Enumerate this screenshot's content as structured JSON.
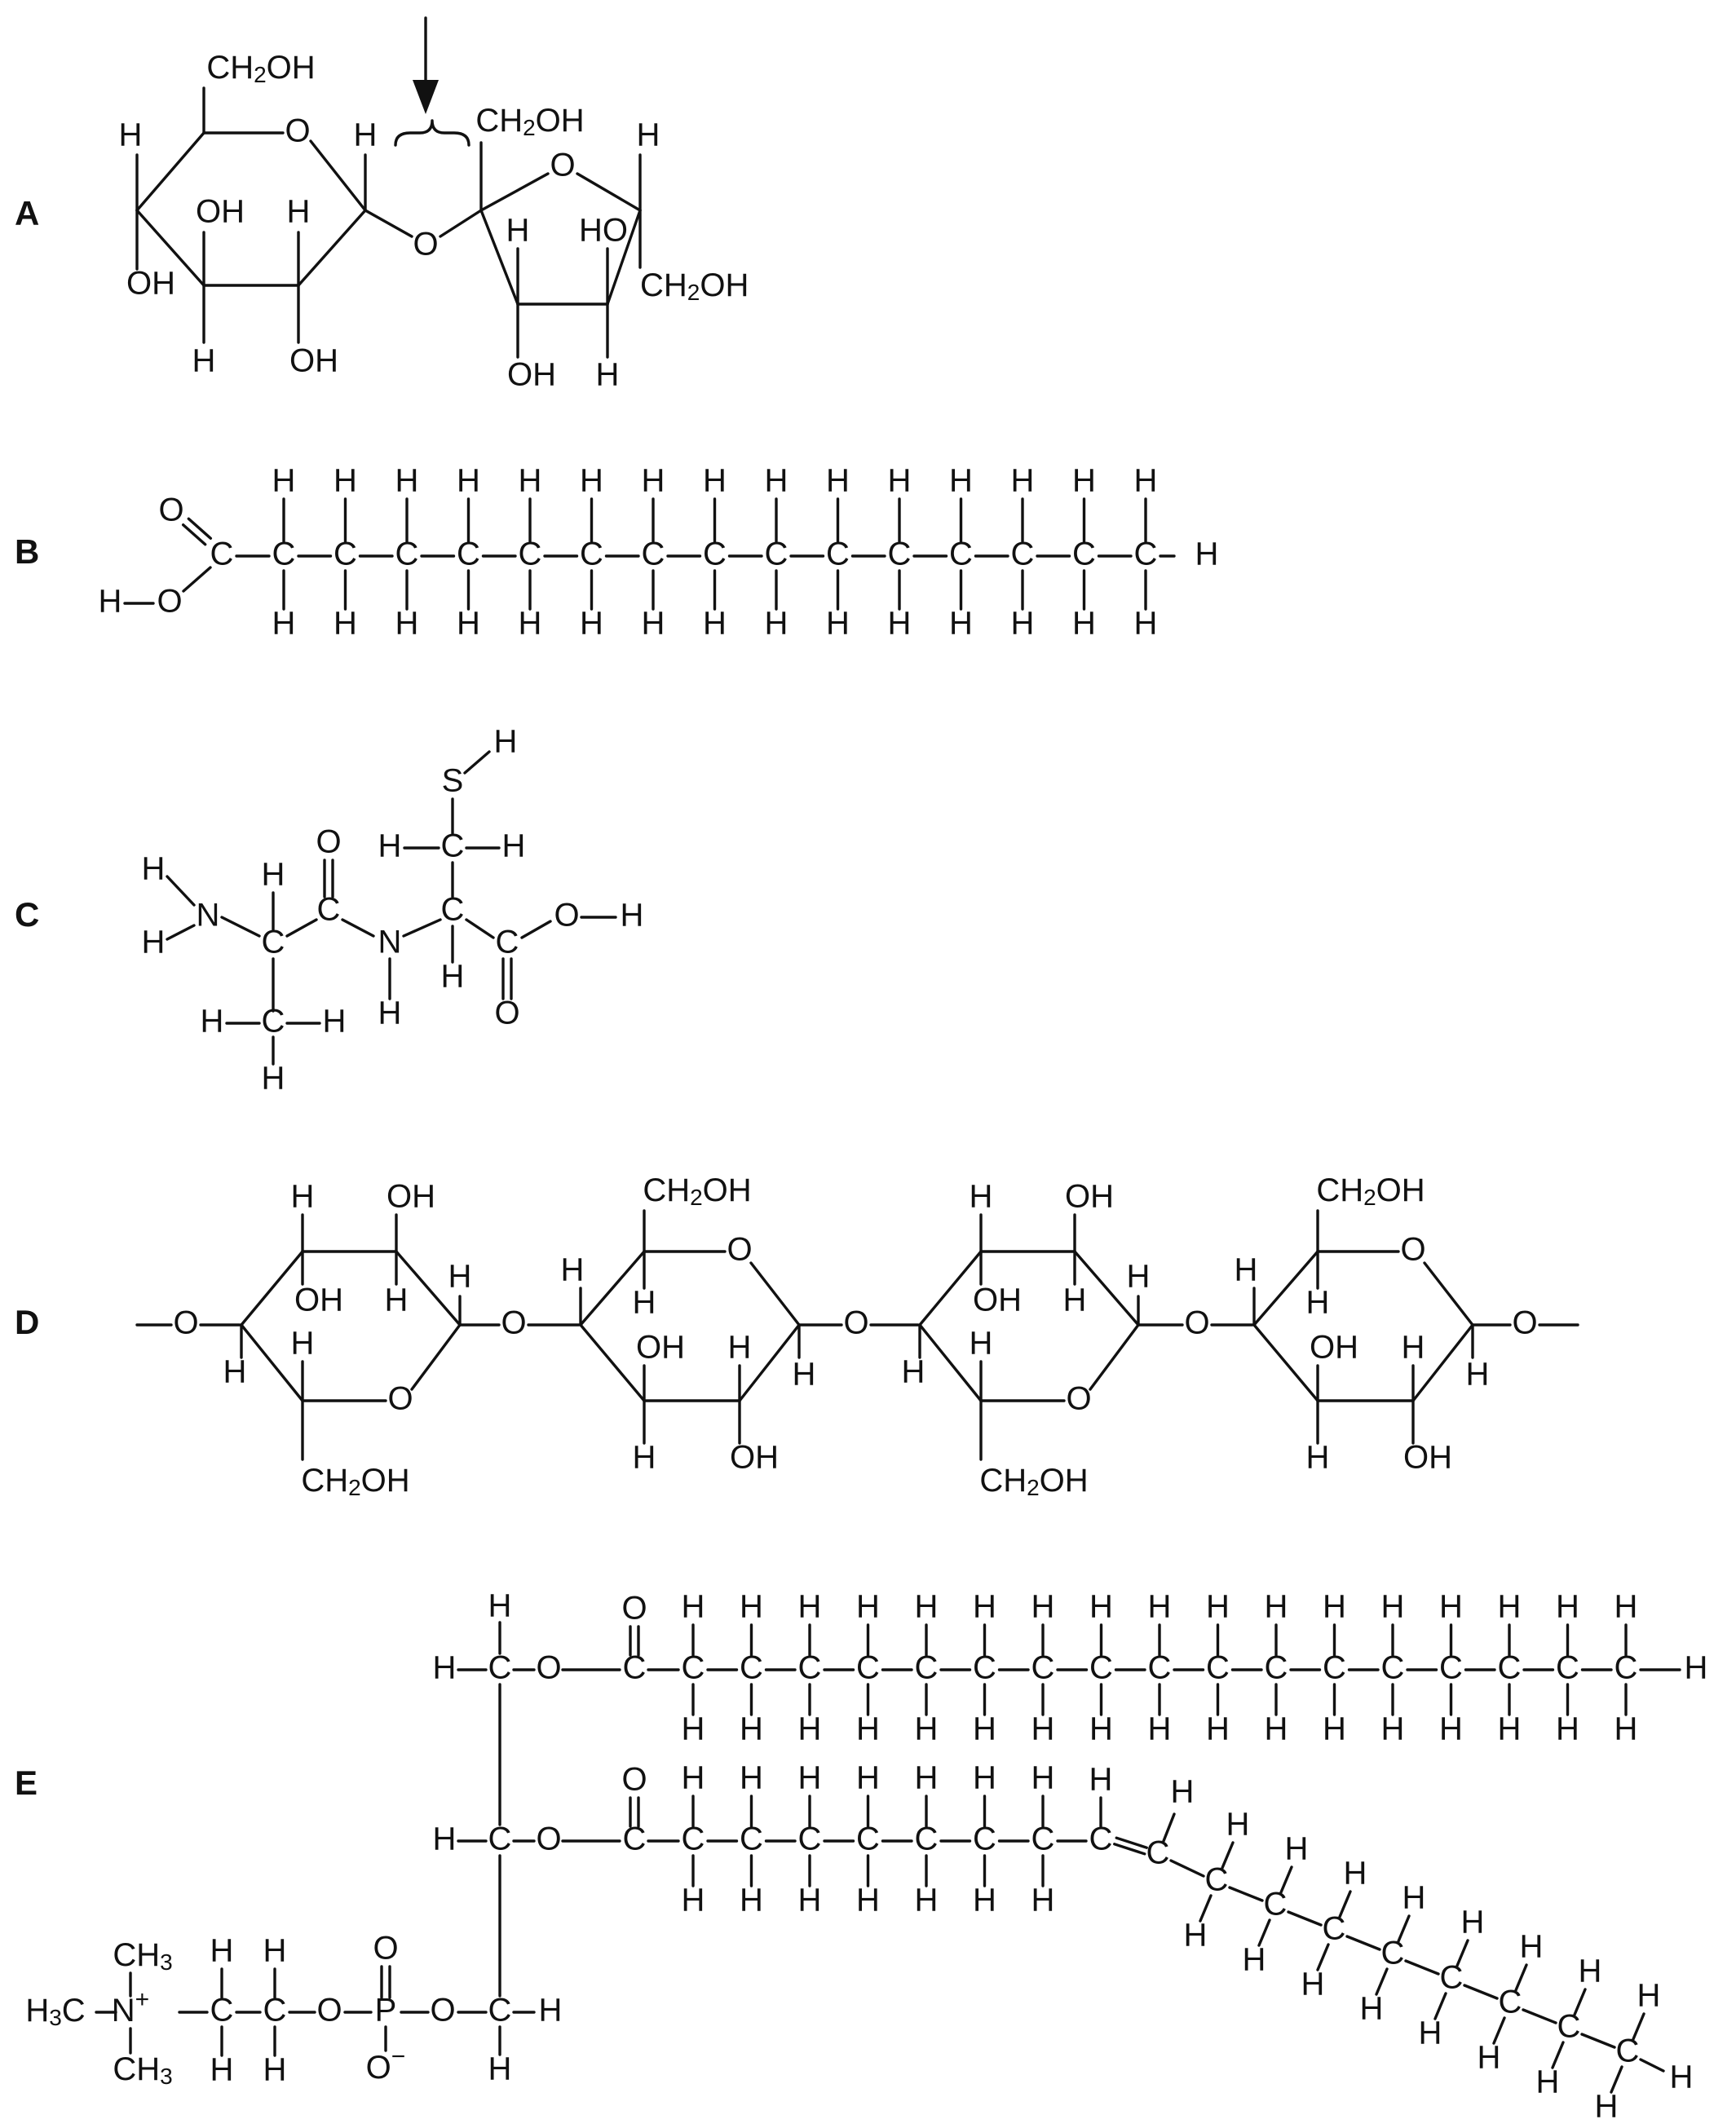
{
  "panels": [
    {
      "label": "A"
    },
    {
      "label": "B"
    },
    {
      "label": "C"
    },
    {
      "label": "D"
    },
    {
      "label": "E"
    }
  ],
  "atoms": {
    "C": "C",
    "H": "H",
    "O": "O",
    "N": "N",
    "S": "S",
    "P": "P",
    "OH": "OH",
    "HO": "HO",
    "CH2OH": "CH2OH",
    "CH3": "CH3",
    "H3C": "H3C",
    "Nplus": "N+",
    "Ominus": "O−"
  },
  "palette": {
    "ink": "#111111",
    "background": "#ffffff"
  }
}
